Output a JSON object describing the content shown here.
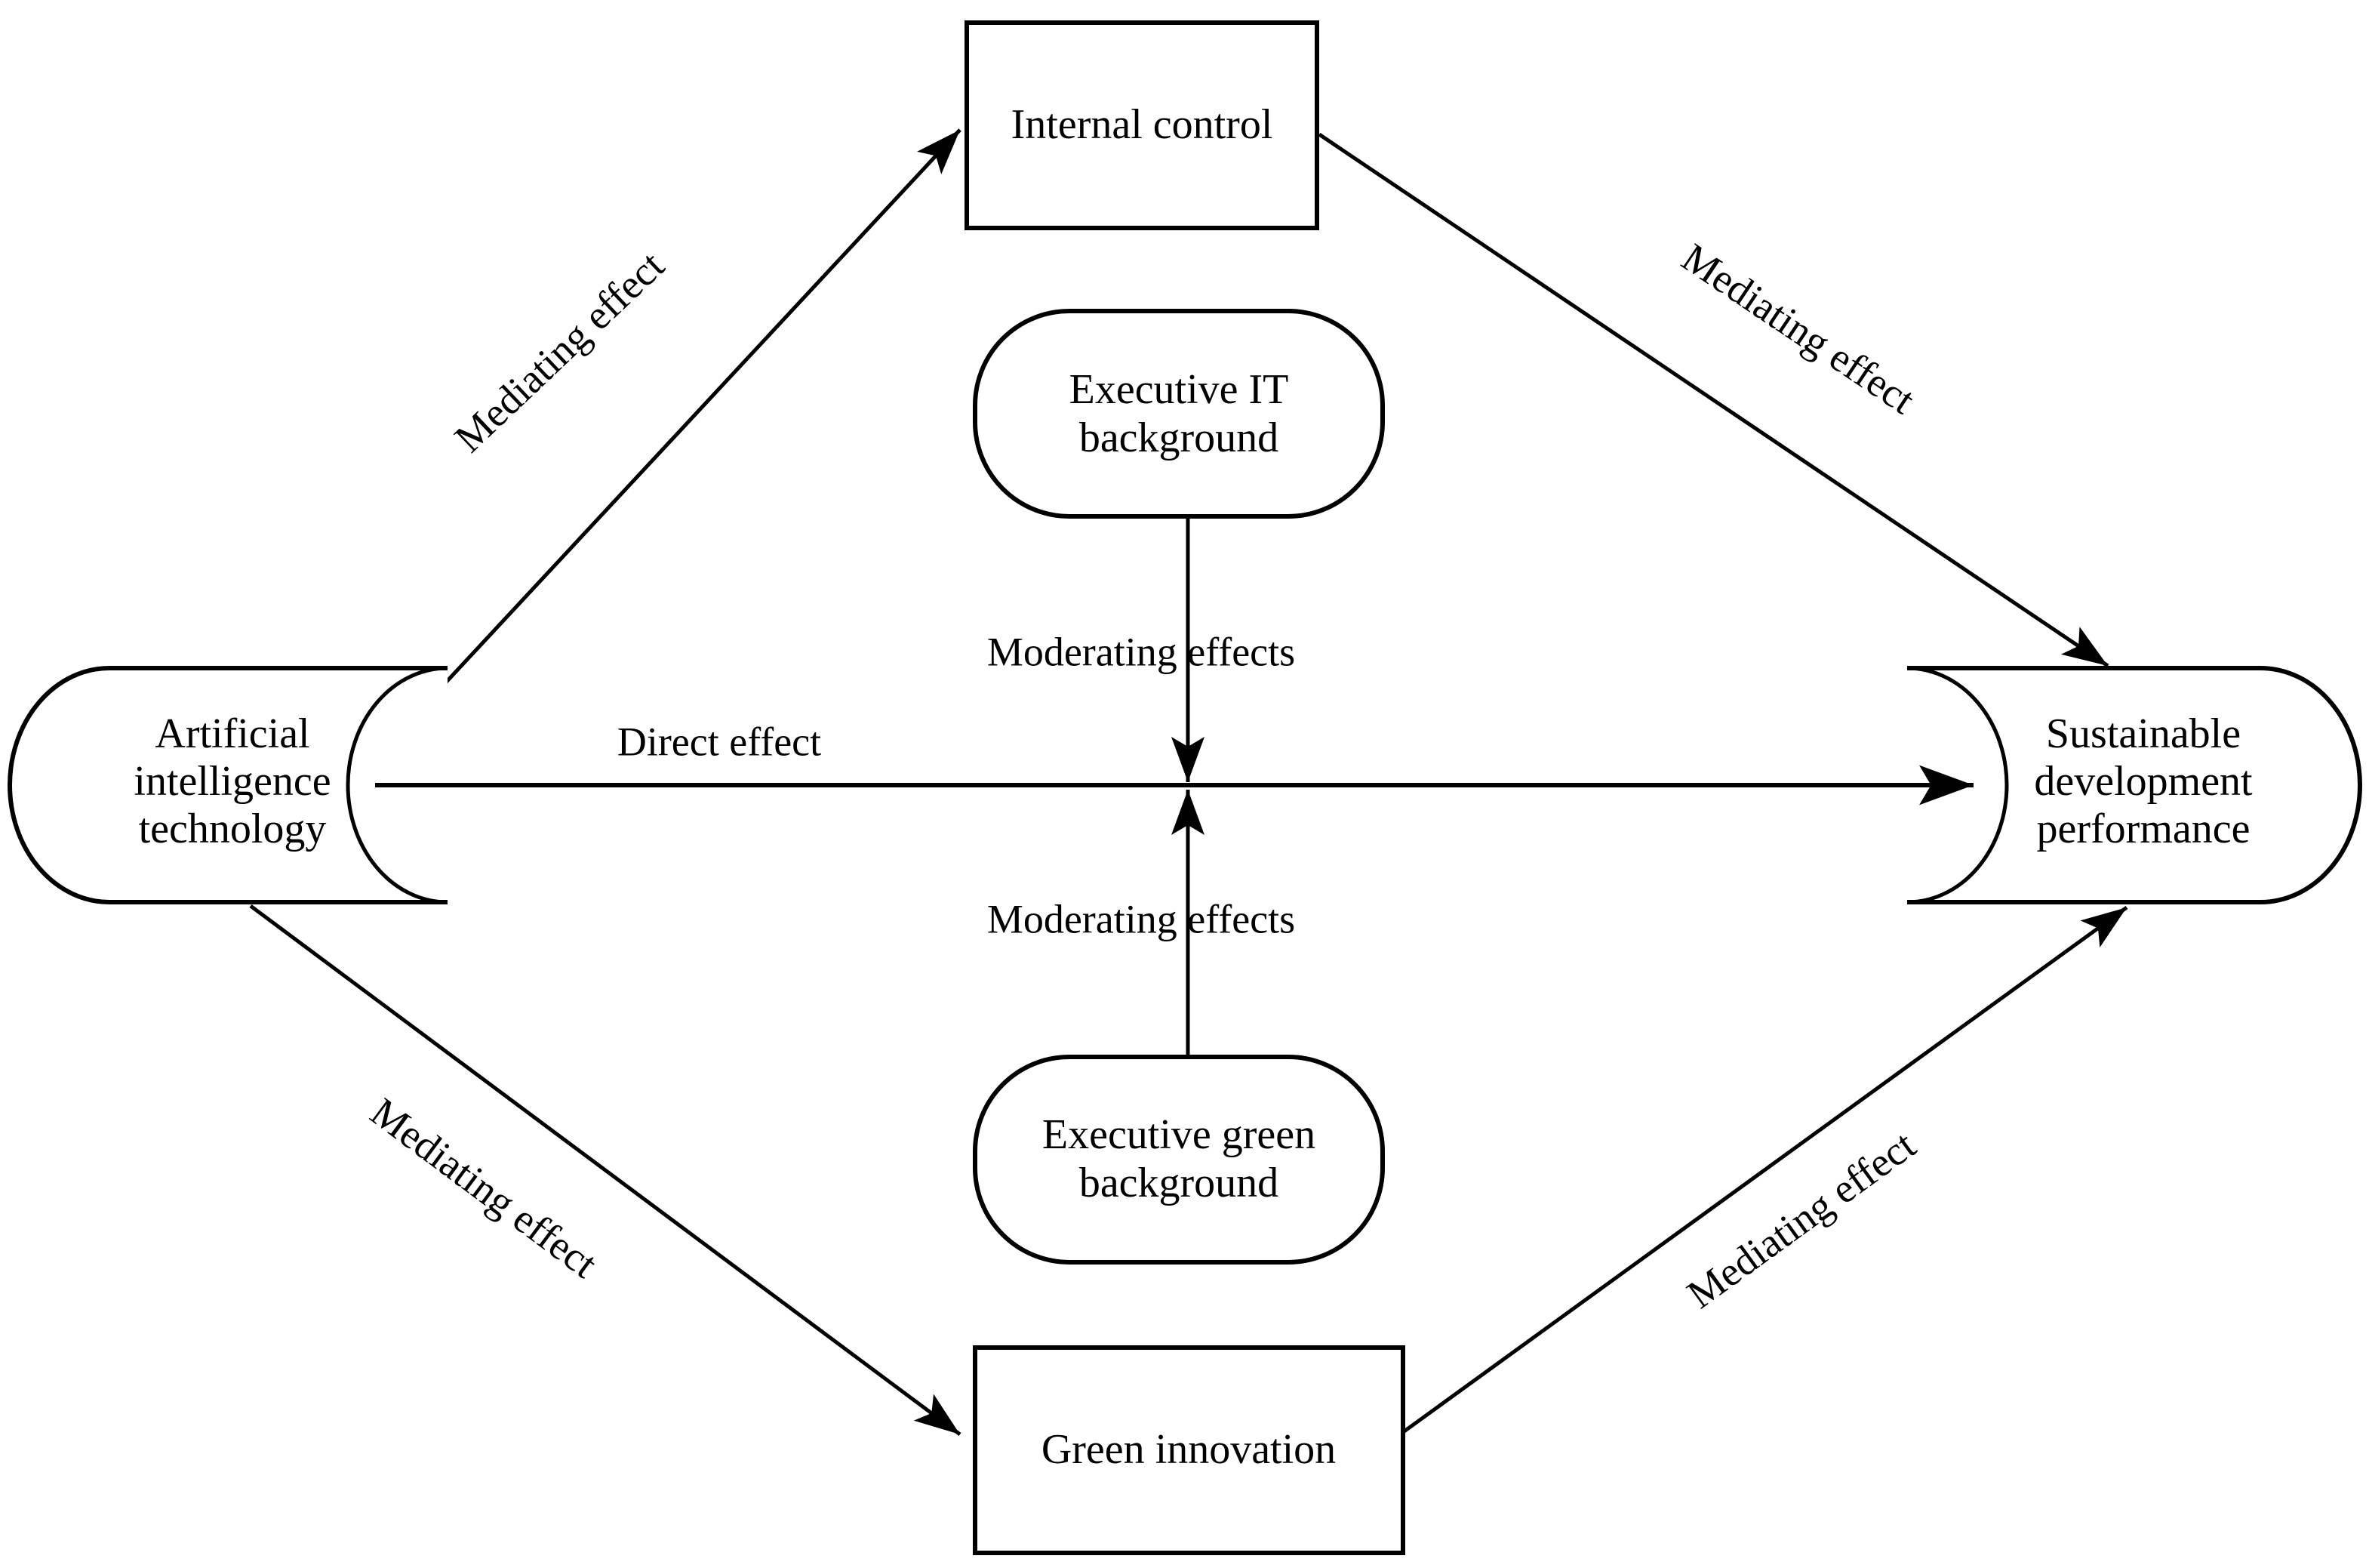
{
  "diagram": {
    "title": "Artificial intelligence technology and sustainable development performance research model",
    "type": "conceptual-path-model",
    "background_color": "#ffffff",
    "line_color": "#000000",
    "nodes": [
      {
        "id": "ai-technology",
        "label": "Artificial\nintelligence\ntechnology",
        "line1": "Artificial",
        "line2": "intelligence",
        "line3": "technology",
        "shape": "cylinder-left",
        "role": "independent-variable"
      },
      {
        "id": "internal-control",
        "label": "Internal control",
        "shape": "rectangle",
        "role": "mediator"
      },
      {
        "id": "green-innovation",
        "label": "Green innovation",
        "shape": "rectangle",
        "role": "mediator"
      },
      {
        "id": "executive-it-background",
        "label": "Executive IT background",
        "line1": "Executive IT",
        "line2": "background",
        "shape": "rounded-rectangle",
        "role": "moderator"
      },
      {
        "id": "executive-green-background",
        "label": "Executive green background",
        "line1": "Executive green",
        "line2": "background",
        "shape": "rounded-rectangle",
        "role": "moderator"
      },
      {
        "id": "sustainable-development-performance",
        "label": "Sustainable development performance",
        "line1": "Sustainable",
        "line2": "development",
        "line3": "performance",
        "shape": "cylinder-right",
        "role": "dependent-variable"
      }
    ],
    "edges": [
      {
        "id": "ai-to-internal-control",
        "from": "ai-technology",
        "to": "internal-control",
        "label": "Mediating effect",
        "label_rotation": -35
      },
      {
        "id": "internal-control-to-sdp",
        "from": "internal-control",
        "to": "sustainable-development-performance",
        "label": "Mediating effect",
        "label_rotation": 38
      },
      {
        "id": "ai-to-sdp-direct",
        "from": "ai-technology",
        "to": "sustainable-development-performance",
        "label": "Direct effect",
        "label_rotation": 0
      },
      {
        "id": "ai-to-green-innovation",
        "from": "ai-technology",
        "to": "green-innovation",
        "label": "Mediating effect",
        "label_rotation": 35
      },
      {
        "id": "green-innovation-to-sdp",
        "from": "green-innovation",
        "to": "sustainable-development-performance",
        "label": "Mediating effect",
        "label_rotation": -35
      },
      {
        "id": "executive-it-moderation",
        "from": "executive-it-background",
        "to": "ai-to-sdp-direct",
        "label": "Moderating effects",
        "label_rotation": 0
      },
      {
        "id": "executive-green-moderation",
        "from": "executive-green-background",
        "to": "ai-to-sdp-direct",
        "label": "Moderating effects",
        "label_rotation": 0
      }
    ]
  }
}
